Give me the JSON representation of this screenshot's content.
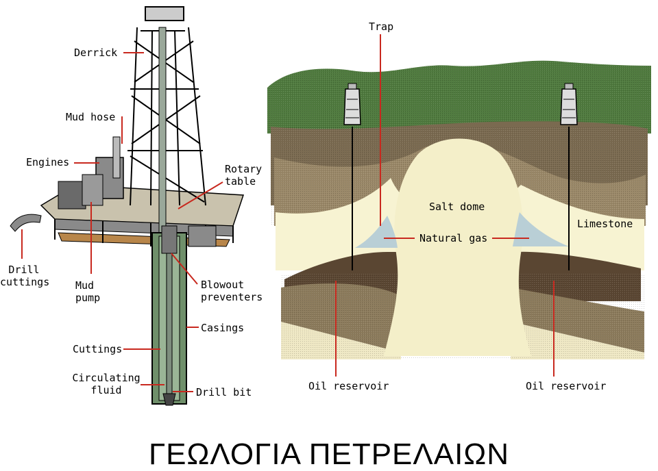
{
  "rig": {
    "labels": {
      "derrick": "Derrick",
      "mud_hose": "Mud hose",
      "engines": "Engines",
      "rotary_table": "Rotary\ntable",
      "drill_cuttings": "Drill\ncuttings",
      "mud_pump": "Mud\npump",
      "blowout_preventers": "Blowout\npreventers",
      "casings": "Casings",
      "cuttings": "Cuttings",
      "circulating_fluid": "Circulating\nfluid",
      "drill_bit": "Drill bit"
    }
  },
  "geology": {
    "labels": {
      "trap": "Trap",
      "salt_dome": "Salt dome",
      "natural_gas": "Natural gas",
      "limestone": "Limestone",
      "oil_reservoir_left": "Oil reservoir",
      "oil_reservoir_right": "Oil reservoir"
    }
  },
  "footer": {
    "title": "ΓΕΩΛΟΓΙΑ ΠΕΤΡΕΛΑΙΩΝ"
  },
  "colors": {
    "surface_green": "#4f7a3e",
    "layer_brown": "#7a6a50",
    "layer_tan": "#a48f6b",
    "salt_cream": "#f4efc9",
    "limestone_cream": "#f7f3d2",
    "gas_blue": "#b9cfd6",
    "oil_dark": "#5a4632",
    "lower_layer": "#8c7b5c",
    "bottom_cream": "#efe8c4",
    "rig_gray": "#8a8a8a",
    "pipe_green": "#6f8f6a",
    "leader_red": "#c8281e"
  }
}
